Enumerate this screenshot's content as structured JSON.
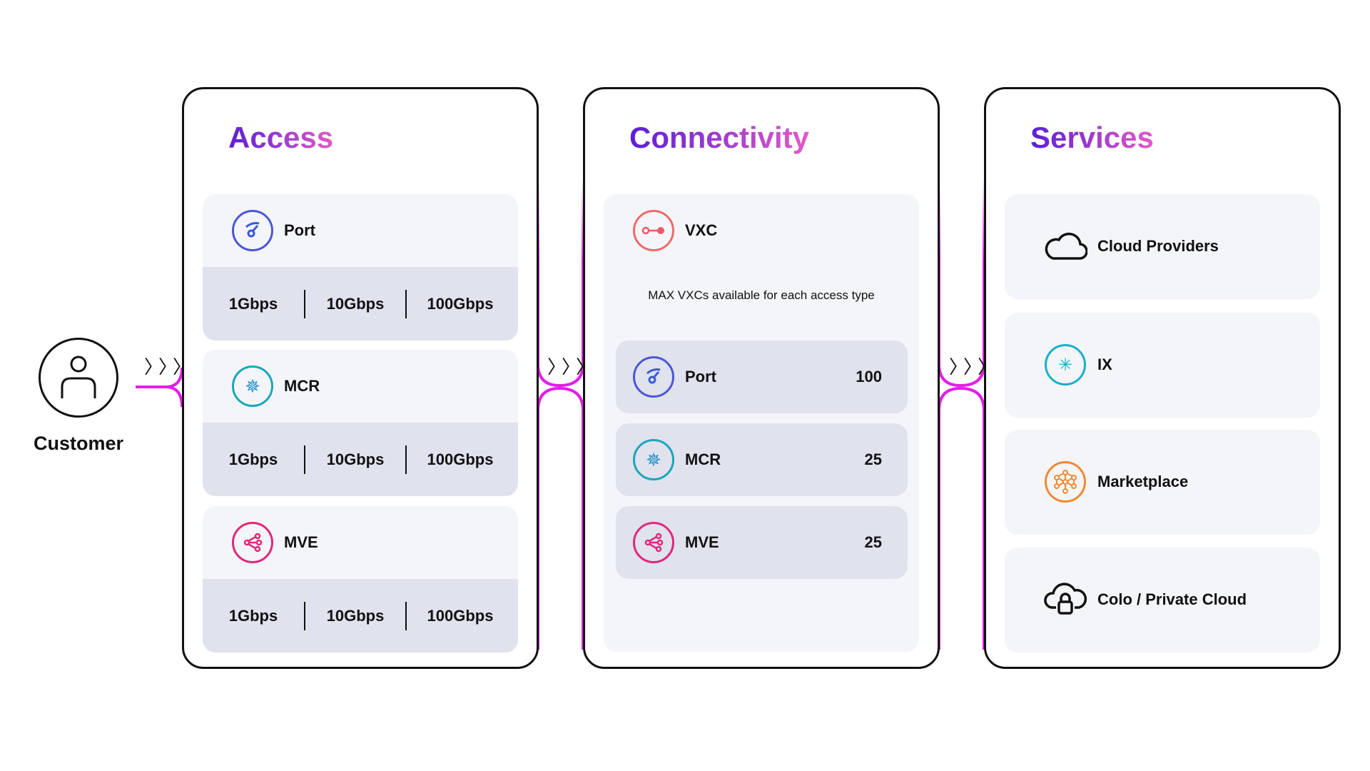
{
  "customer": {
    "label": "Customer",
    "icon": "person-icon"
  },
  "access": {
    "title": "Access",
    "items": [
      {
        "name": "Port",
        "icon": "speedometer-icon",
        "speeds": [
          "1Gbps",
          "10Gbps",
          "100Gbps"
        ]
      },
      {
        "name": "MCR",
        "icon": "arrows-converge-icon",
        "speeds": [
          "1Gbps",
          "10Gbps",
          "100Gbps"
        ]
      },
      {
        "name": "MVE",
        "icon": "share-nodes-icon",
        "speeds": [
          "1Gbps",
          "10Gbps",
          "100Gbps"
        ]
      }
    ]
  },
  "connectivity": {
    "title": "Connectivity",
    "vxc": {
      "name": "VXC",
      "icon": "link-icon",
      "note": "MAX VXCs available for each access type"
    },
    "rows": [
      {
        "name": "Port",
        "max": "100"
      },
      {
        "name": "MCR",
        "max": "25"
      },
      {
        "name": "MVE",
        "max": "25"
      }
    ]
  },
  "services": {
    "title": "Services",
    "items": [
      {
        "name": "Cloud Providers",
        "icon": "cloud-icon"
      },
      {
        "name": "IX",
        "icon": "ix-icon"
      },
      {
        "name": "Marketplace",
        "icon": "network-icon"
      },
      {
        "name": "Colo / Private Cloud",
        "icon": "cloud-lock-icon"
      }
    ]
  },
  "colors": {
    "accent": "#e21ee8",
    "title_start": "#5b1fd6",
    "title_end": "#e25ac6"
  }
}
